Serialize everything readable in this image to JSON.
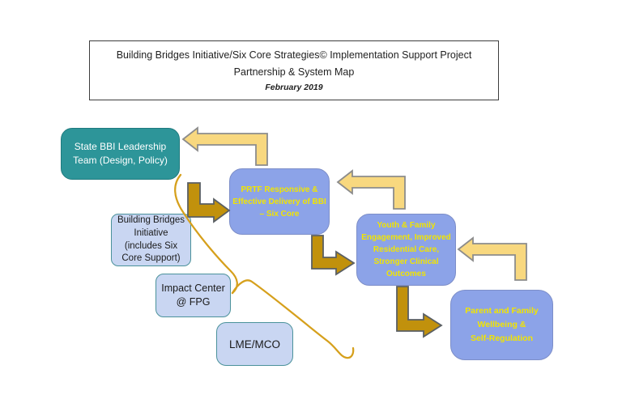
{
  "header": {
    "line1": "Building Bridges Initiative/Six Core Strategies© Implementation Support Project",
    "line2": "Partnership & System Map",
    "date": "February 2019"
  },
  "nodes": {
    "state_bbi_leadership": {
      "lines": [
        "State BBI Leadership",
        "Team (Design, Policy)"
      ]
    },
    "prtf_delivery": {
      "lines": [
        "PRTF Responsive &",
        "Effective Delivery of BBI",
        "– Six Core"
      ]
    },
    "youth_family": {
      "lines": [
        "Youth & Family",
        "Engagement, Improved",
        "Residential Care,",
        "Stronger Clinical",
        "Outcomes"
      ]
    },
    "parent_family": {
      "lines": [
        "Parent and Family",
        "Wellbeing &",
        "Self-Regulation"
      ]
    },
    "building_bridges": {
      "lines": [
        "Building Bridges",
        "Initiative",
        "(includes Six",
        "Core Support)"
      ]
    },
    "impact_center": {
      "lines": [
        "Impact Center",
        "@ FPG"
      ]
    },
    "lme_mco": {
      "lines": [
        "LME/MCO"
      ]
    }
  },
  "colors": {
    "teal_node": "#2d9599",
    "periwinkle_node": "#8ca3e8",
    "light_blue_node": "#c9d6f2",
    "yellow_text": "#f2e500",
    "tan_arrow_fill": "#f8d87f",
    "gold_arrow_fill": "#c1910c",
    "curve_line": "#d6a01c"
  }
}
